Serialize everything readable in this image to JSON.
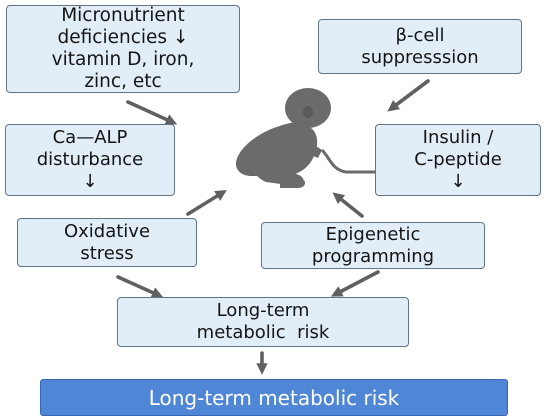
{
  "boxes": {
    "micronutrient": [
      "Micronutrient",
      "deficiencies ↓",
      "vitamin D, iron,",
      "zinc, etc"
    ],
    "beta_cell": [
      "β-cell",
      "suppresssion"
    ],
    "ca_alp": [
      "Ca—ALP",
      "disturbance",
      "↓"
    ],
    "insulin": [
      "Insulin /",
      "C-peptide",
      "↓"
    ],
    "oxidative": [
      "Oxidative",
      "stress"
    ],
    "epigenetic": [
      "Epigenetic",
      "programming"
    ],
    "long_term": [
      "Long-term",
      "metabolic  risk"
    ]
  },
  "final_banner": "Long-term metabolic risk",
  "colors": {
    "box_fill": "#e2eef7",
    "box_border": "#5f7686",
    "arrow": "#606060",
    "infant": "#6b6b6b",
    "banner": "#4f86d6"
  },
  "icons": {
    "infant": "baby-with-stethoscope-icon"
  }
}
